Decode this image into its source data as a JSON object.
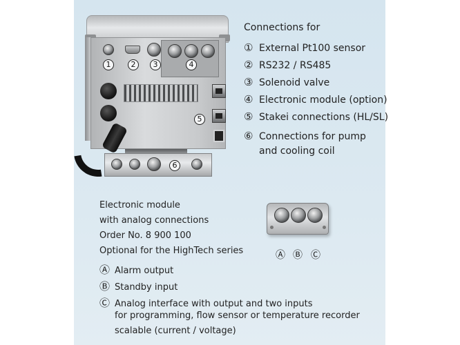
{
  "connections": {
    "title": "Connections for",
    "items": [
      {
        "mark": "①",
        "label": "External Pt100 sensor"
      },
      {
        "mark": "②",
        "label": "RS232 / RS485"
      },
      {
        "mark": "③",
        "label": "Solenoid valve"
      },
      {
        "mark": "④",
        "label": "Electronic module (option)"
      },
      {
        "mark": "⑤",
        "label": "Stakei connections (HL/SL)"
      },
      {
        "mark": "⑥",
        "label": "Connections for pump",
        "label2": "and cooling coil"
      }
    ]
  },
  "photo_marks": [
    "1",
    "2",
    "3",
    "4",
    "5",
    "6"
  ],
  "module": {
    "lines": [
      "Electronic module",
      "with analog connections",
      "Order No. 8 900 100",
      "Optional for the HighTech series"
    ],
    "marks": [
      "Ⓐ",
      "Ⓑ",
      "Ⓒ"
    ],
    "items": [
      {
        "mark": "Ⓐ",
        "label": "Alarm output"
      },
      {
        "mark": "Ⓑ",
        "label": "Standby input"
      },
      {
        "mark": "Ⓒ",
        "label": "Analog interface with output and two inputs"
      }
    ],
    "continuation": [
      "for programming, flow sensor or temperature recorder",
      "scalable (current / voltage)"
    ]
  },
  "colors": {
    "panel_background": "#d8e7f0",
    "text": "#222222"
  }
}
